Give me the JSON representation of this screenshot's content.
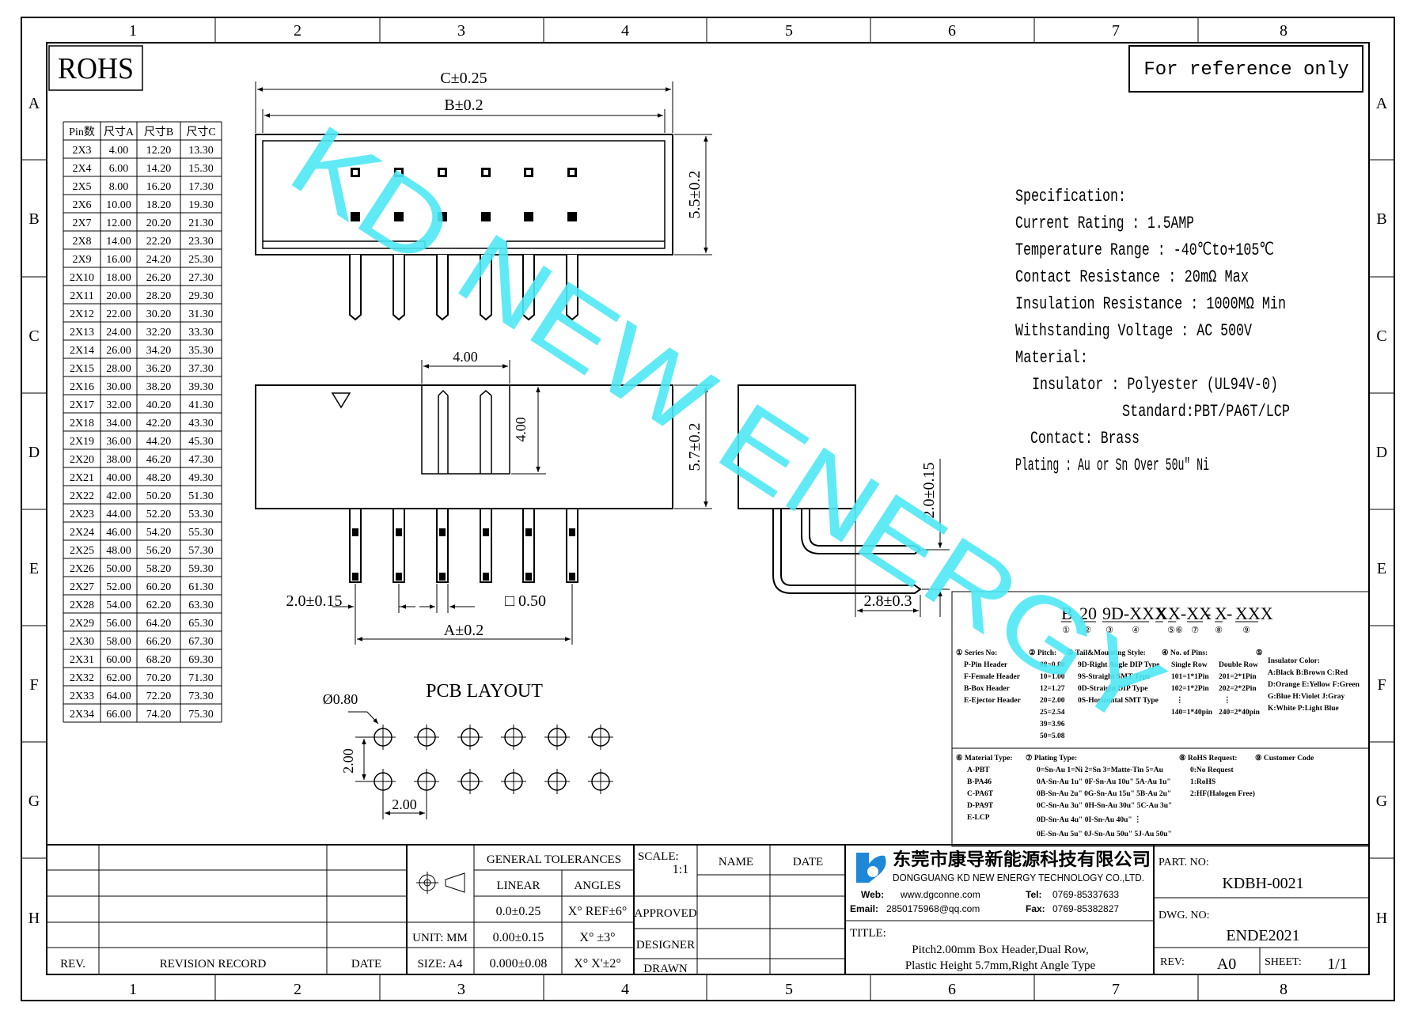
{
  "frame": {
    "columns": [
      "1",
      "2",
      "3",
      "4",
      "5",
      "6",
      "7",
      "8"
    ],
    "rows": [
      "A",
      "B",
      "C",
      "D",
      "E",
      "F",
      "G",
      "H"
    ]
  },
  "rohs": "ROHS",
  "reference_note": "For reference only",
  "watermark": "KD NEW ENERGY",
  "size_table": {
    "headers": [
      "Pin数",
      "尺寸A",
      "尺寸B",
      "尺寸C"
    ],
    "rows": [
      [
        "2X3",
        "4.00",
        "12.20",
        "13.30"
      ],
      [
        "2X4",
        "6.00",
        "14.20",
        "15.30"
      ],
      [
        "2X5",
        "8.00",
        "16.20",
        "17.30"
      ],
      [
        "2X6",
        "10.00",
        "18.20",
        "19.30"
      ],
      [
        "2X7",
        "12.00",
        "20.20",
        "21.30"
      ],
      [
        "2X8",
        "14.00",
        "22.20",
        "23.30"
      ],
      [
        "2X9",
        "16.00",
        "24.20",
        "25.30"
      ],
      [
        "2X10",
        "18.00",
        "26.20",
        "27.30"
      ],
      [
        "2X11",
        "20.00",
        "28.20",
        "29.30"
      ],
      [
        "2X12",
        "22.00",
        "30.20",
        "31.30"
      ],
      [
        "2X13",
        "24.00",
        "32.20",
        "33.30"
      ],
      [
        "2X14",
        "26.00",
        "34.20",
        "35.30"
      ],
      [
        "2X15",
        "28.00",
        "36.20",
        "37.30"
      ],
      [
        "2X16",
        "30.00",
        "38.20",
        "39.30"
      ],
      [
        "2X17",
        "32.00",
        "40.20",
        "41.30"
      ],
      [
        "2X18",
        "34.00",
        "42.20",
        "43.30"
      ],
      [
        "2X19",
        "36.00",
        "44.20",
        "45.30"
      ],
      [
        "2X20",
        "38.00",
        "46.20",
        "47.30"
      ],
      [
        "2X21",
        "40.00",
        "48.20",
        "49.30"
      ],
      [
        "2X22",
        "42.00",
        "50.20",
        "51.30"
      ],
      [
        "2X23",
        "44.00",
        "52.20",
        "53.30"
      ],
      [
        "2X24",
        "46.00",
        "54.20",
        "55.30"
      ],
      [
        "2X25",
        "48.00",
        "56.20",
        "57.30"
      ],
      [
        "2X26",
        "50.00",
        "58.20",
        "59.30"
      ],
      [
        "2X27",
        "52.00",
        "60.20",
        "61.30"
      ],
      [
        "2X28",
        "54.00",
        "62.20",
        "63.30"
      ],
      [
        "2X29",
        "56.00",
        "64.20",
        "65.30"
      ],
      [
        "2X30",
        "58.00",
        "66.20",
        "67.30"
      ],
      [
        "2X31",
        "60.00",
        "68.20",
        "69.30"
      ],
      [
        "2X32",
        "62.00",
        "70.20",
        "71.30"
      ],
      [
        "2X33",
        "64.00",
        "72.20",
        "73.30"
      ],
      [
        "2X34",
        "66.00",
        "74.20",
        "75.30"
      ]
    ]
  },
  "dimensions": {
    "c": "C±0.25",
    "b": "B±0.2",
    "h55": "5.5±0.2",
    "w400": "4.00",
    "h400": "4.00",
    "h57": "5.7±0.2",
    "h20": "2.0±0.15",
    "pitch": "2.0±0.15",
    "pin": "□ 0.50",
    "a": "A±0.2",
    "side": "2.8±0.3"
  },
  "pcb": {
    "title": "PCB LAYOUT",
    "hole": "Ø0.80",
    "vpitch": "2.00",
    "hpitch": "2.00"
  },
  "spec": {
    "lines": [
      "Specification:",
      "Current Rating : 1.5AMP",
      "Temperature Range : -40℃to+105℃",
      "Contact Resistance : 20mΩ Max",
      "Insulation Resistance : 1000MΩ Min",
      "Withstanding Voltage : AC 500V",
      "Material:",
      "Insulator : Polyester (UL94V-0)",
      "Standard:PBT/PA6T/LCP",
      "Contact: Brass",
      "Plating : Au or Sn Over 50u\" Ni"
    ]
  },
  "ordering": {
    "code_parts": [
      "B",
      "20",
      "9D-XXX",
      "X",
      "X-XX",
      "-",
      "X",
      "-",
      "XXX"
    ],
    "code_nums": [
      "①",
      "②",
      "③",
      "④",
      "⑤⑥",
      "⑦",
      "⑧",
      "⑨"
    ],
    "series": [
      "① Series No:",
      "P-Pin Header",
      "F-Female Header",
      "B-Box Header",
      "E-Ejector Header"
    ],
    "pitch": [
      "② Pitch:",
      "08=0.80",
      "10=1.00",
      "12=1.27",
      "20=2.00",
      "25=2.54",
      "39=3.96",
      "50=5.08"
    ],
    "tail": [
      "③ Tail&Mounting Style:",
      "9D-Right Angle DIP Type",
      "9S-Straight SMT Type",
      "0D-Straight DIP Type",
      "0S-Horizontal SMT Type"
    ],
    "pins_head": "④ No. of Pins:",
    "pins_single": [
      "Single Row",
      "101=1*1Pin",
      "102=1*2Pin",
      "⋮",
      "140=1*40pin"
    ],
    "pins_double": [
      "Double Row",
      "201=2*1Pin",
      "202=2*2Pin",
      "⋮",
      "240=2*40pin"
    ],
    "color": [
      "⑤",
      "Insulator Color:",
      "A:Black  B:Brown  C:Red",
      "D:Orange E:Yellow F:Green",
      "G:Blue   H:Violet J:Gray",
      "K:White  P:Light Blue"
    ],
    "material": [
      "⑥ Material Type:",
      "A-PBT",
      "B-PA46",
      "C-PA6T",
      "D-PA9T",
      "E-LCP"
    ],
    "plating": [
      "⑦ Plating Type:",
      "0=Sn-Au 1=Ni 2=Sn 3=Matte-Tin 5=Au",
      "0A-Sn-Au 1u\" 0F-Sn-Au 10u\"  5A-Au 1u\"",
      "0B-Sn-Au 2u\" 0G-Sn-Au 15u\"  5B-Au 2u\"",
      "0C-Sn-Au 3u\" 0H-Sn-Au 30u\"  5C-Au 3u\"",
      "0D-Sn-Au 4u\" 0I-Sn-Au 40u\"     ⋮",
      "0E-Sn-Au 5u\" 0J-Sn-Au 50u\"  5J-Au 50u\""
    ],
    "rohs": [
      "⑧ RoHS Request:",
      "0:No Request",
      "1:RoHS",
      "2:HF(Halogen Free)"
    ],
    "customer": [
      "⑨ Customer Code"
    ]
  },
  "title_block": {
    "rev": "REV.",
    "revision_record": "REVISION RECORD",
    "date": "DATE",
    "general_tolerances": "GENERAL TOLERANCES",
    "linear": "LINEAR",
    "angles": "ANGLES",
    "tol_lin": [
      "0.0±0.25",
      "0.00±0.15",
      "0.000±0.08"
    ],
    "tol_ang": [
      "X° REF±6°",
      "X° ±3°",
      "X° X'±2°"
    ],
    "unit": "UNIT: MM",
    "size": "SIZE: A4",
    "scale_label": "SCALE:",
    "scale_value": "1:1",
    "name": "NAME",
    "date2": "DATE",
    "approved": "APPROVED",
    "designer": "DESIGNER",
    "drawn": "DRAWN",
    "company_cn": "东莞市康导新能源科技有限公司",
    "company_en": "DONGGUANG KD NEW ENERGY TECHNOLOGY CO.,LTD.",
    "web_label": "Web:",
    "web": "www.dgconne.com",
    "tel_label": "Tel:",
    "tel": "0769-85337633",
    "email_label": "Email:",
    "email": "2850175968@qq.com",
    "fax_label": "Fax:",
    "fax": "0769-85382827",
    "title_label": "TITLE:",
    "title_1": "Pitch2.00mm Box Header,Dual Row,",
    "title_2": "Plastic Height 5.7mm,Right Angle Type",
    "part_no_label": "PART. NO:",
    "part_no": "KDBH-0021",
    "dwg_no_label": "DWG. NO:",
    "dwg_no": "ENDE2021",
    "rev_label": "REV:",
    "rev_value": "A0",
    "sheet_label": "SHEET:",
    "sheet_value": "1/1"
  },
  "colors": {
    "watermark": "#4ee8f5",
    "logo": "#1e88d8"
  }
}
